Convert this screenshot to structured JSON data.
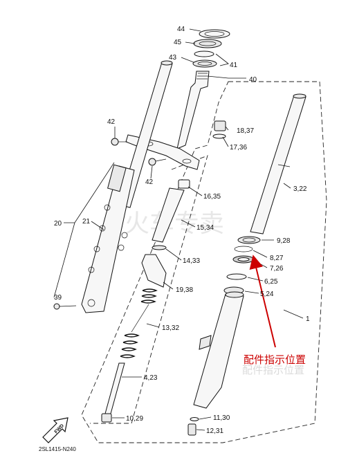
{
  "callouts": [
    {
      "id": "44",
      "label": "44"
    },
    {
      "id": "45",
      "label": "45"
    },
    {
      "id": "43",
      "label": "43"
    },
    {
      "id": "41",
      "label": "41"
    },
    {
      "id": "40",
      "label": "40"
    },
    {
      "id": "42a",
      "label": "42"
    },
    {
      "id": "18",
      "label": "18,37"
    },
    {
      "id": "17",
      "label": "17,36"
    },
    {
      "id": "42b",
      "label": "42"
    },
    {
      "id": "3",
      "label": "3,22"
    },
    {
      "id": "16",
      "label": "16,35"
    },
    {
      "id": "20",
      "label": "20"
    },
    {
      "id": "21",
      "label": "21"
    },
    {
      "id": "15",
      "label": "15,34"
    },
    {
      "id": "9",
      "label": "9,28"
    },
    {
      "id": "8",
      "label": "8,27"
    },
    {
      "id": "14",
      "label": "14,33"
    },
    {
      "id": "7",
      "label": "7,26"
    },
    {
      "id": "6",
      "label": "6,25"
    },
    {
      "id": "19",
      "label": "19,38"
    },
    {
      "id": "5",
      "label": "5,24"
    },
    {
      "id": "39",
      "label": "39"
    },
    {
      "id": "1",
      "label": "1"
    },
    {
      "id": "13",
      "label": "13,32"
    },
    {
      "id": "4",
      "label": "4,23"
    },
    {
      "id": "10",
      "label": "10,29"
    },
    {
      "id": "11",
      "label": "11,30"
    },
    {
      "id": "12",
      "label": "12,31"
    }
  ],
  "annotation": {
    "text": "配件指示位置",
    "color": "#cc0000"
  },
  "watermark": {
    "text": "火车专卖",
    "text_small": "配件指示位置"
  },
  "footer": {
    "diagram_code": "2SL1415-N240",
    "fwd_label": "FWD"
  },
  "icons": [
    "fwd-arrow-icon",
    "red-pointer-arrow-icon"
  ]
}
